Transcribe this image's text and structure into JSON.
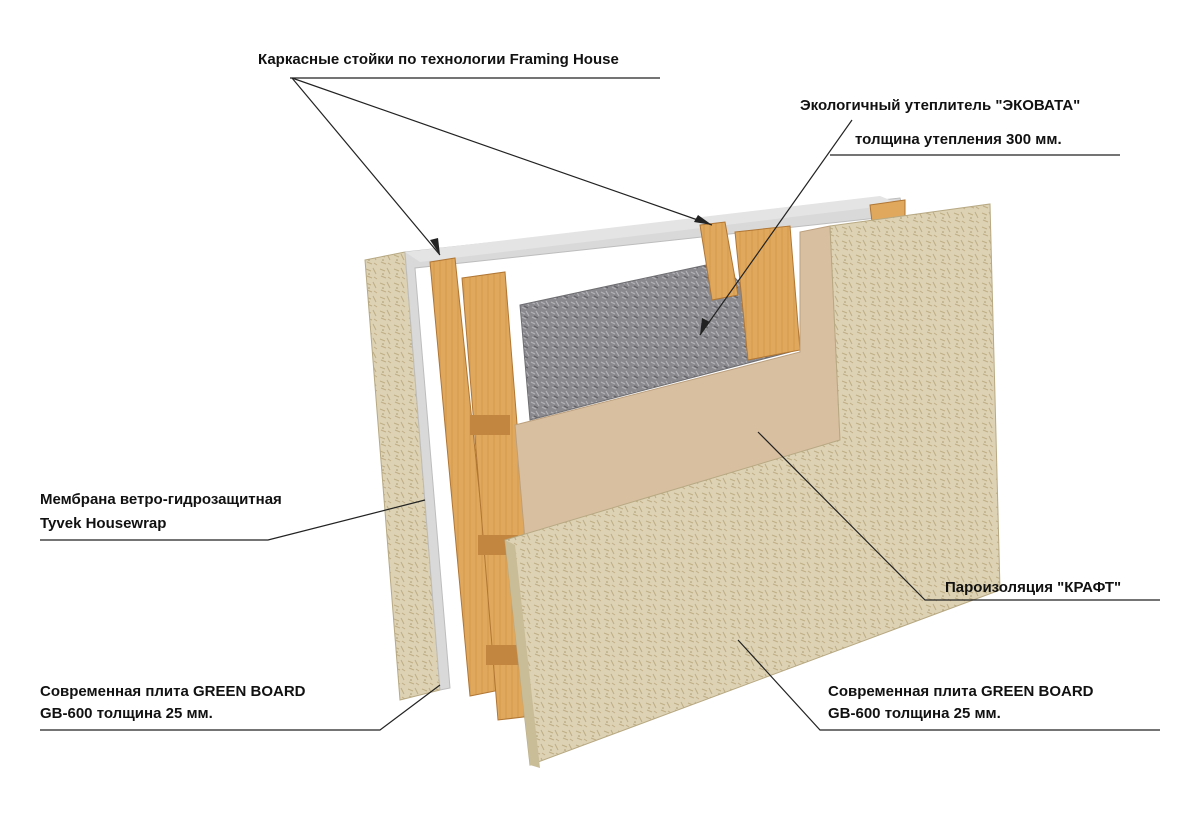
{
  "labels": {
    "framing": "Каркасные стойки по технологии Framing House",
    "insulation_line1": "Экологичный утеплитель \"ЭКОВАТА\"",
    "insulation_line2": "толщина утепления 300 мм.",
    "membrane_line1": "Мембрана ветро-гидрозащитная",
    "membrane_line2": "Tyvek Housewrap",
    "vapor": "Пароизоляция \"КРАФТ\"",
    "board_left_line1": "Современная плита GREEN BOARD",
    "board_left_line2": "GB-600 толщина 25 мм.",
    "board_right_line1": "Современная плита GREEN BOARD",
    "board_right_line2": "GB-600 толщина 25 мм."
  },
  "colors": {
    "board": "#ddd2b4",
    "board_shade": "#c9bd98",
    "wood": "#e0a85c",
    "wood_dark": "#c28640",
    "kraft": "#d8bfa0",
    "ecowool": "#8a8a8e",
    "membrane": "#d9d9d9",
    "leader": "#222222"
  }
}
